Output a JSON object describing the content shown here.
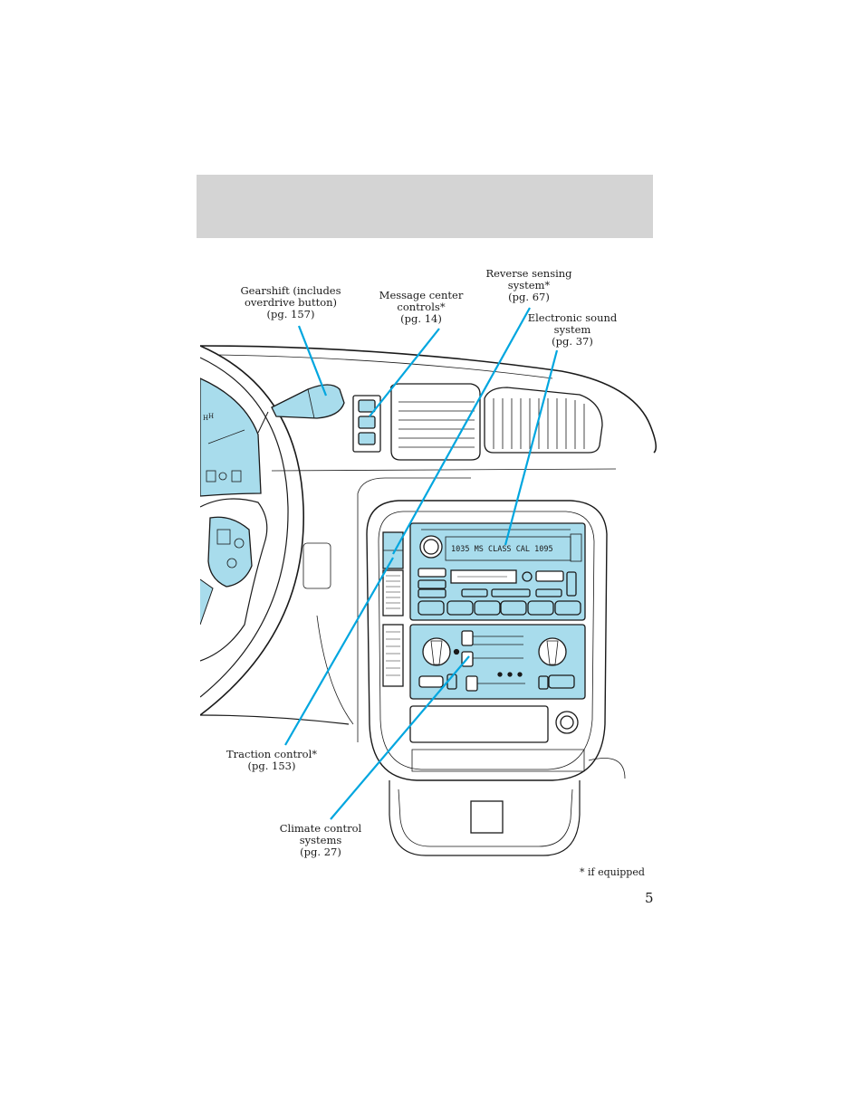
{
  "callouts": {
    "gearshift": "Gearshift (includes\noverdrive button)\n(pg. 157)",
    "message_center": "Message center\ncontrols*\n(pg. 14)",
    "reverse_sensing": "Reverse sensing\nsystem*\n(pg. 67)",
    "sound_system": "Electronic sound\nsystem\n(pg. 37)",
    "traction_control": "Traction control*\n(pg. 153)",
    "climate_control": "Climate control\nsystems\n(pg. 27)"
  },
  "radio_display": {
    "left": "1035",
    "mid": "MS CLASS",
    "right": "CAL 1095"
  },
  "footnote": "* if equipped",
  "page_number": "5",
  "colors": {
    "highlight": "#a8dcec",
    "leader_line": "#00a6df",
    "header_band": "#d4d4d4",
    "outline": "#1a1a1a"
  }
}
